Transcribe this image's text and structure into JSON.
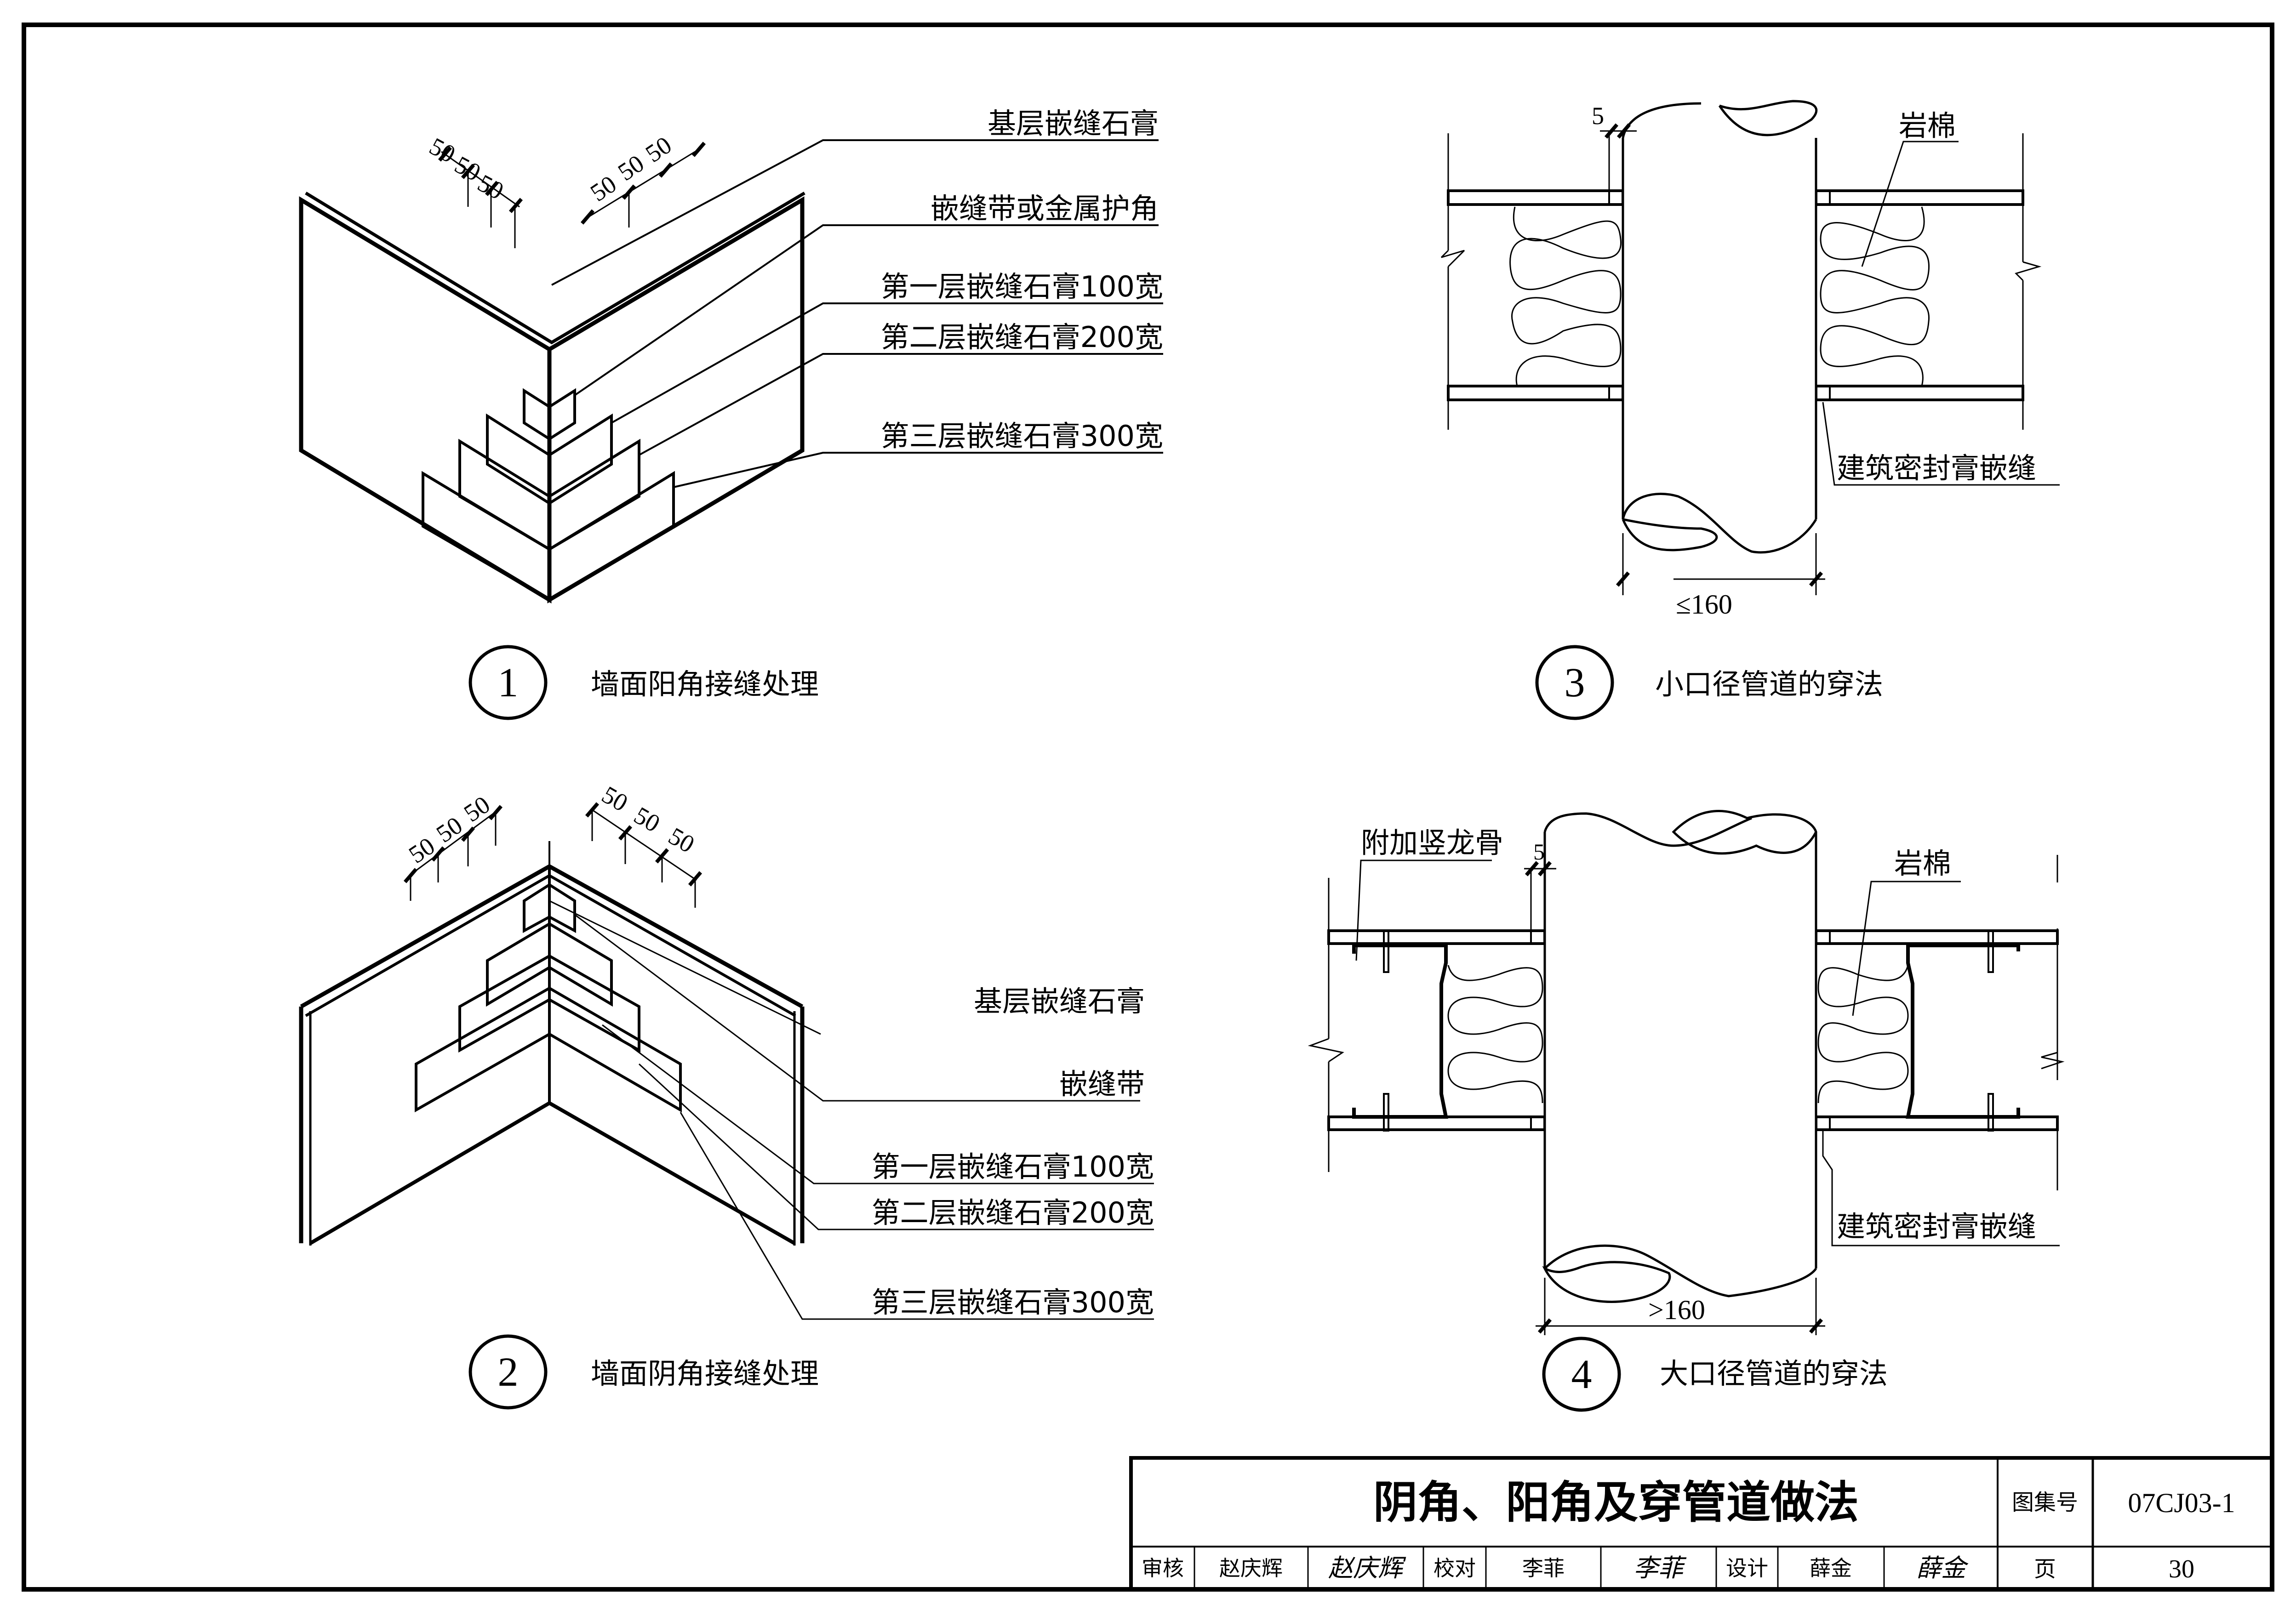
{
  "sheet": {
    "title": "阴角、阳角及穿管道做法",
    "atlas_label": "图集号",
    "atlas_number": "07CJ03-1",
    "page_label": "页",
    "page_number": "30",
    "signatures": [
      {
        "role": "审核",
        "name": "赵庆辉",
        "signature": "赵庆辉"
      },
      {
        "role": "校对",
        "name": "李菲",
        "signature": "李菲"
      },
      {
        "role": "设计",
        "name": "薛金",
        "signature": "薛金"
      }
    ]
  },
  "details": [
    {
      "number": "1",
      "caption": "墙面阳角接缝处理",
      "dims_left": [
        "50",
        "50",
        "50"
      ],
      "dims_right": [
        "50",
        "50",
        "50"
      ],
      "labels": [
        "基层嵌缝石膏",
        "嵌缝带或金属护角",
        "第一层嵌缝石膏100宽",
        "第二层嵌缝石膏200宽",
        "第三层嵌缝石膏300宽"
      ]
    },
    {
      "number": "2",
      "caption": "墙面阴角接缝处理",
      "dims_left": [
        "50",
        "50",
        "50"
      ],
      "dims_right": [
        "50",
        "50",
        "50"
      ],
      "labels": [
        "基层嵌缝石膏",
        "嵌缝带",
        "第一层嵌缝石膏100宽",
        "第二层嵌缝石膏200宽",
        "第三层嵌缝石膏300宽"
      ]
    },
    {
      "number": "3",
      "caption": "小口径管道的穿法",
      "gap_dim": "5",
      "width_dim": "≤160",
      "labels": [
        "岩棉",
        "建筑密封膏嵌缝"
      ]
    },
    {
      "number": "4",
      "caption": "大口径管道的穿法",
      "gap_dim": "5",
      "width_dim": ">160",
      "labels": [
        "附加竖龙骨",
        "岩棉",
        "建筑密封膏嵌缝"
      ]
    }
  ]
}
